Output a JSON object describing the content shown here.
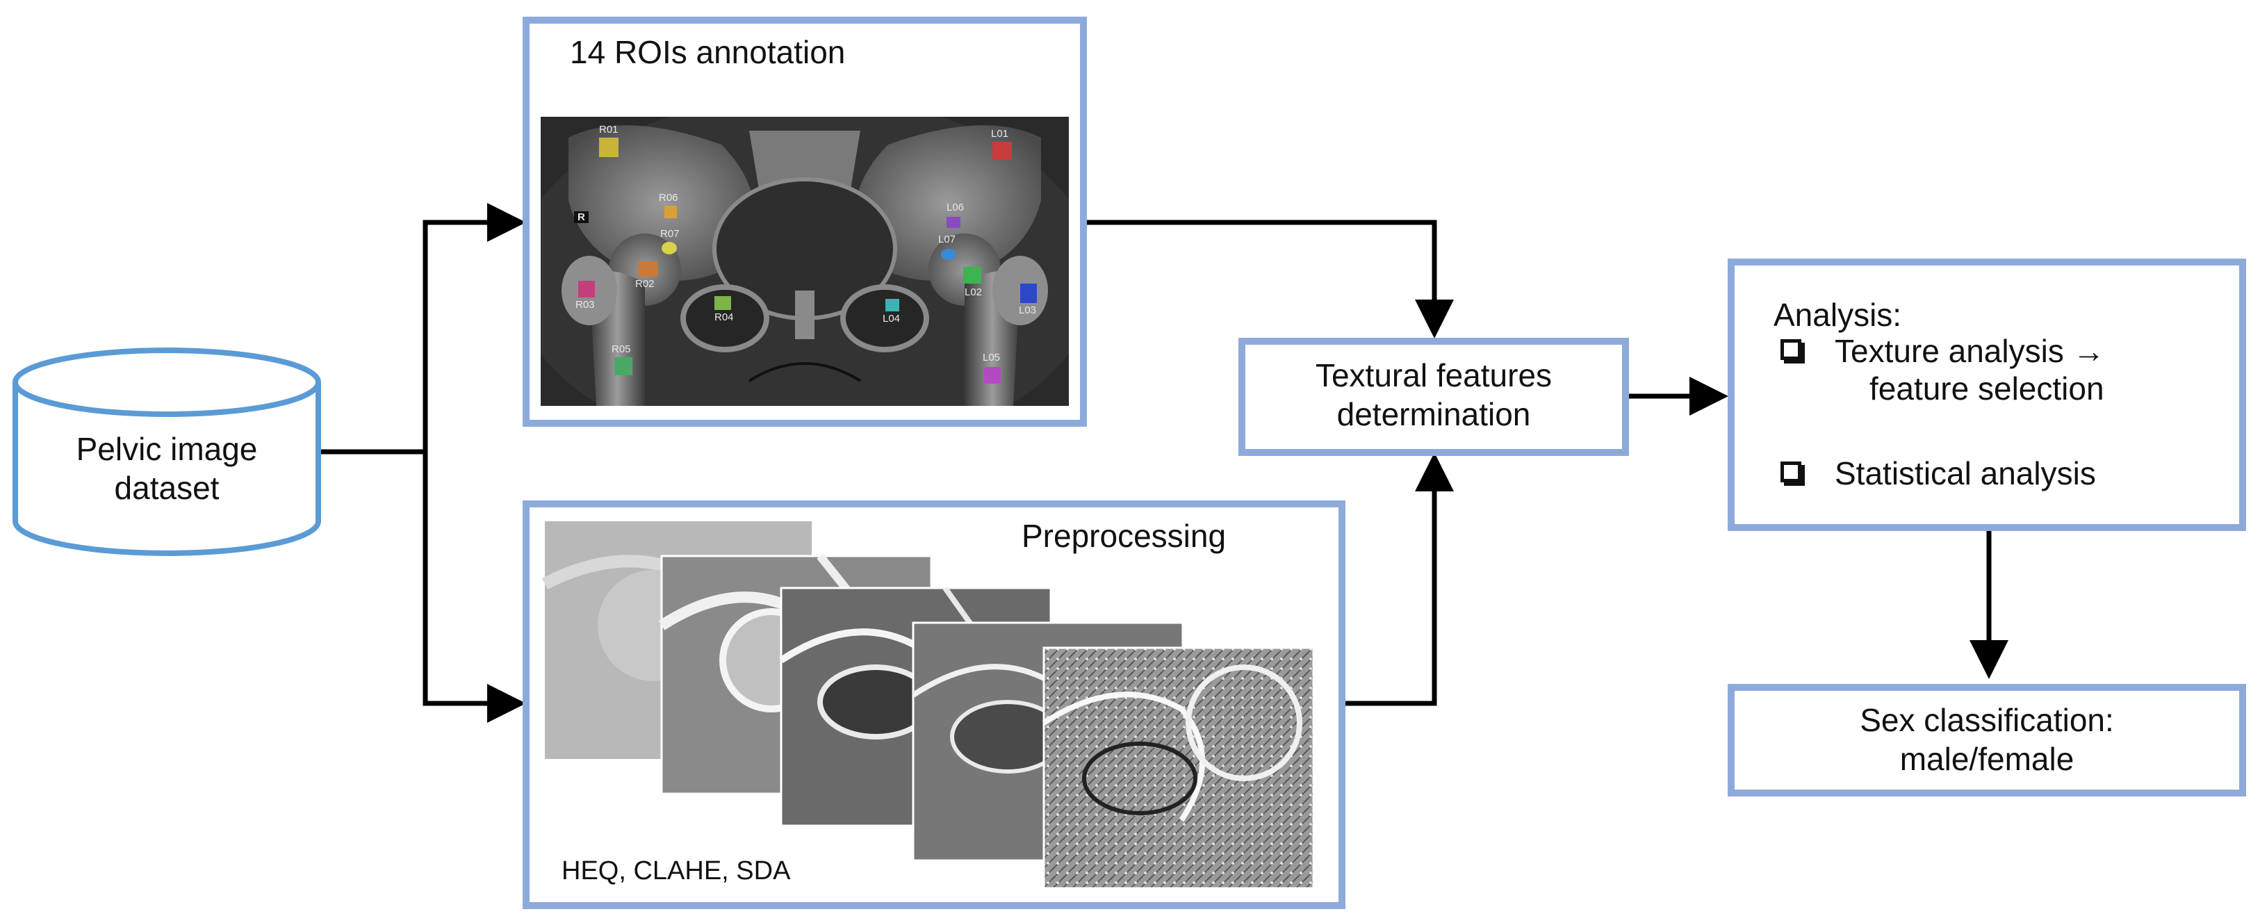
{
  "dataset": {
    "label_line1": "Pelvic image",
    "label_line2": "dataset"
  },
  "roi_panel": {
    "title": "14 ROIs annotation",
    "side_marker": "R",
    "rois": [
      {
        "label": "R01",
        "color": "#c9b43a"
      },
      {
        "label": "R06",
        "color": "#d9a03a"
      },
      {
        "label": "R07",
        "color": "#d7d24a"
      },
      {
        "label": "R02",
        "color": "#c97a3a"
      },
      {
        "label": "R03",
        "color": "#c2407a"
      },
      {
        "label": "R04",
        "color": "#7fb44a"
      },
      {
        "label": "R05",
        "color": "#4aa866"
      },
      {
        "label": "L01",
        "color": "#c83c3c"
      },
      {
        "label": "L06",
        "color": "#8a4ac2"
      },
      {
        "label": "L07",
        "color": "#3a8ad9"
      },
      {
        "label": "L02",
        "color": "#3cb450"
      },
      {
        "label": "L03",
        "color": "#2c48c8"
      },
      {
        "label": "L04",
        "color": "#3ab4b4"
      },
      {
        "label": "L05",
        "color": "#b44ac2"
      }
    ]
  },
  "preprocessing_panel": {
    "title": "Preprocessing",
    "methods": "HEQ, CLAHE, SDA"
  },
  "textural": {
    "line1": "Textural features",
    "line2": "determination"
  },
  "analysis": {
    "title": "Analysis:",
    "items": [
      {
        "line1": "Texture analysis →",
        "line2": "feature selection"
      },
      {
        "line1": "Statistical analysis"
      }
    ]
  },
  "classification": {
    "line1": "Sex classification:",
    "line2": "male/female"
  },
  "colors": {
    "box_border": "#8eaadb",
    "cylinder": "#5b9bd5",
    "arrow": "#000000"
  }
}
